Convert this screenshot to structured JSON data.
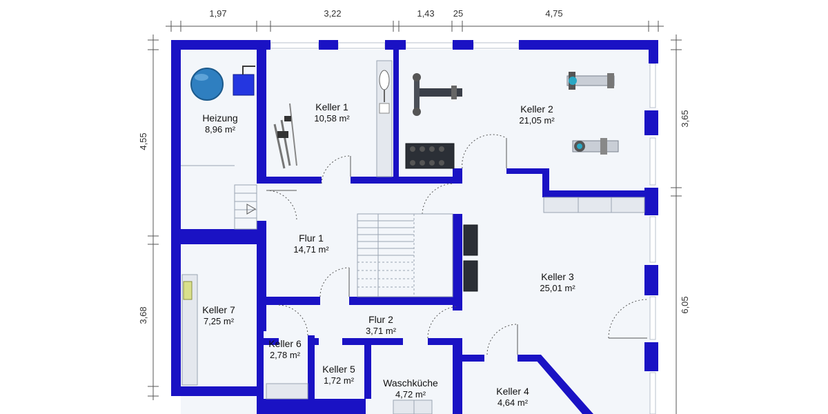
{
  "colors": {
    "wall": "#1a12c4",
    "floor": "#f3f6fa",
    "boiler": "#2f7fc0",
    "tank": "#2436e0"
  },
  "dimensions": {
    "top": [
      "1,97",
      "3,22",
      "1,43",
      "25",
      "4,75"
    ],
    "left": [
      "4,55",
      "3,68"
    ],
    "right": [
      "3,65",
      "6,05"
    ]
  },
  "rooms": {
    "heizung": {
      "name": "Heizung",
      "area": "8,96 m²"
    },
    "keller1": {
      "name": "Keller 1",
      "area": "10,58 m²"
    },
    "keller2": {
      "name": "Keller 2",
      "area": "21,05 m²"
    },
    "flur1": {
      "name": "Flur 1",
      "area": "14,71 m²"
    },
    "keller3": {
      "name": "Keller 3",
      "area": "25,01 m²"
    },
    "keller7": {
      "name": "Keller 7",
      "area": "7,25 m²"
    },
    "flur2": {
      "name": "Flur 2",
      "area": "3,71 m²"
    },
    "keller6": {
      "name": "Keller 6",
      "area": "2,78 m²"
    },
    "keller5": {
      "name": "Keller 5",
      "area": "1,72 m²"
    },
    "waschkueche": {
      "name": "Waschküche",
      "area": "4,72 m²"
    },
    "keller4": {
      "name": "Keller 4",
      "area": "4,64 m²"
    }
  },
  "icons": [
    "boiler-icon",
    "water-tank-icon",
    "ski-icon",
    "tennis-racket-icon",
    "weight-bench-icon",
    "dumbbell-rack-icon",
    "exercise-bike-icon",
    "rowing-machine-icon",
    "shelf-icon",
    "staircase-icon"
  ]
}
